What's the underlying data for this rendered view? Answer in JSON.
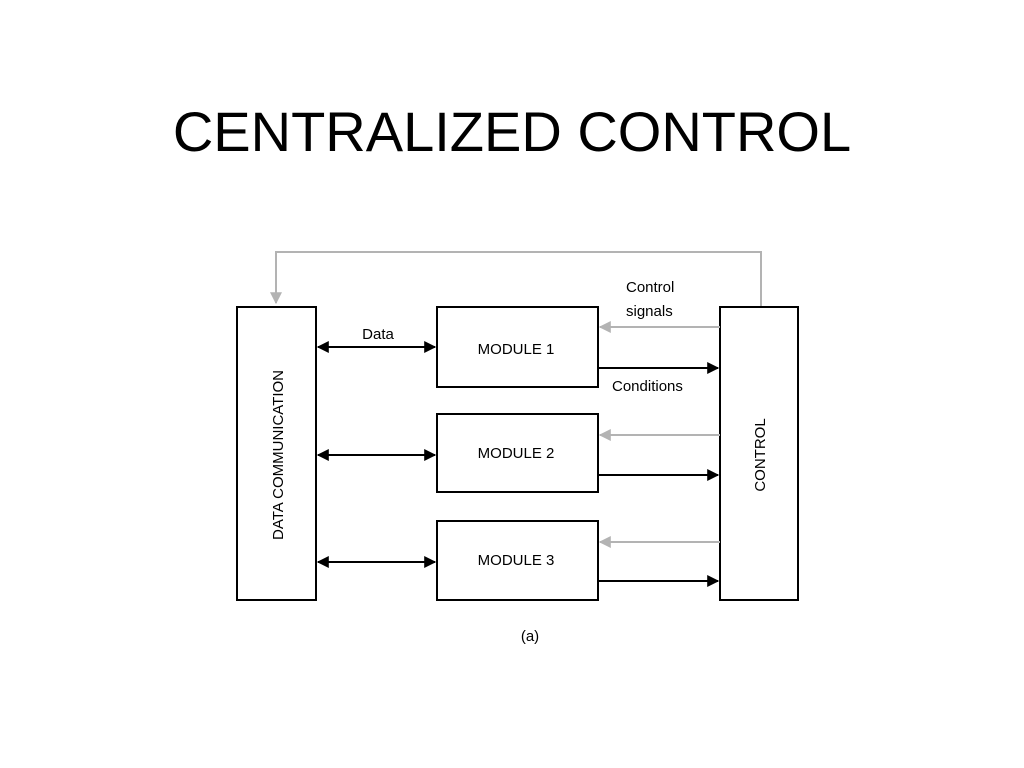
{
  "slide": {
    "title": "CENTRALIZED CONTROL"
  },
  "diagram": {
    "blocks": {
      "data_communication": "DATA COMMUNICATION",
      "control": "CONTROL",
      "module_1": "MODULE 1",
      "module_2": "MODULE 2",
      "module_3": "MODULE 3"
    },
    "labels": {
      "data": "Data",
      "control_signals_line1": "Control",
      "control_signals_line2": "signals",
      "conditions": "Conditions"
    },
    "caption": "(a)",
    "colors": {
      "line": "#000000",
      "control_signal": "#b3b3b3"
    }
  }
}
